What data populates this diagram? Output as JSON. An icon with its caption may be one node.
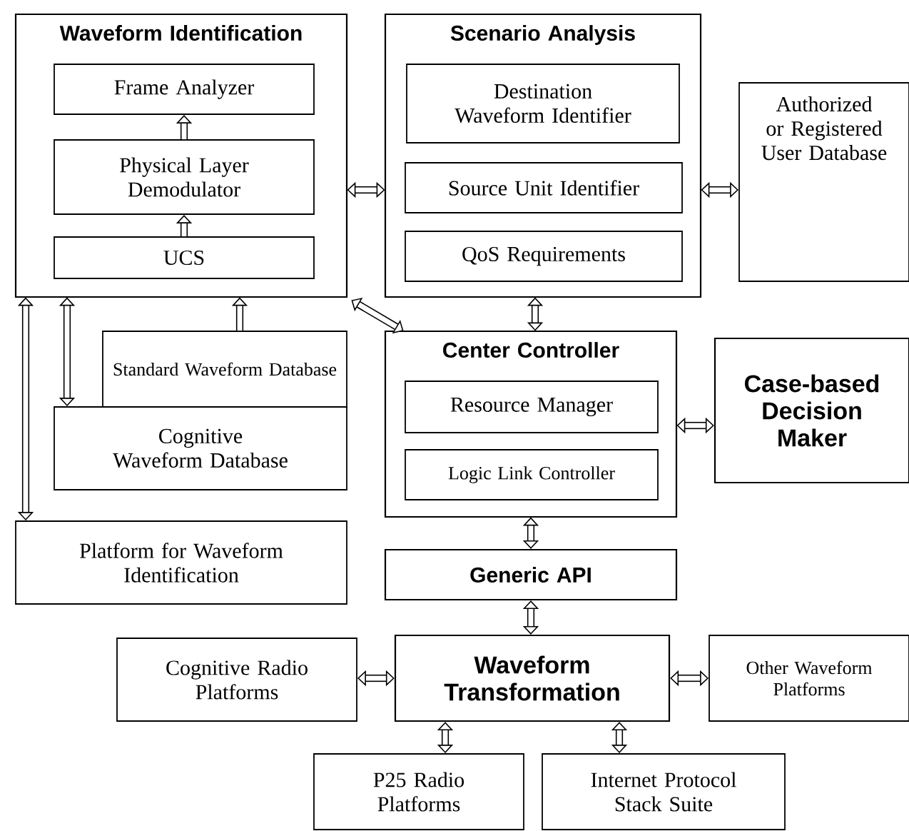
{
  "diagram": {
    "nodes": [
      {
        "text": [
          "Waveform Identification"
        ]
      },
      {
        "text": [
          "Frame Analyzer"
        ],
        "in": 0
      },
      {
        "text": [
          "Physical Layer Demodulator"
        ],
        "in": 0
      },
      {
        "text": [
          "UCS"
        ],
        "in": 0
      },
      {
        "text": [
          "Scenario Analysis"
        ]
      },
      {
        "text": [
          "Destination Waveform Identifier"
        ],
        "in": 4
      },
      {
        "text": [
          "Source Unit Identifier"
        ],
        "in": 4
      },
      {
        "text": [
          "QoS Requirements"
        ],
        "in": 4
      },
      {
        "text": [
          "Authorized or Registered User Database"
        ]
      },
      {
        "text": [
          "Center Controller"
        ]
      },
      {
        "text": [
          "Resource Manager"
        ],
        "in": 9
      },
      {
        "text": [
          "Logic Link Controller"
        ],
        "in": 9
      },
      {
        "text": [
          "Case-based Decision Maker"
        ]
      },
      {
        "text": [
          "Standard Waveform Database"
        ]
      },
      {
        "text": [
          "Cognitive Waveform Database"
        ]
      },
      {
        "text": [
          "Platform for Waveform Identification"
        ]
      },
      {
        "text": [
          "Generic API"
        ]
      },
      {
        "text": [
          "Waveform Transformation"
        ]
      },
      {
        "text": [
          "Cognitive Radio Platforms"
        ]
      },
      {
        "text": [
          "Other Waveform Platforms"
        ]
      },
      {
        "text": [
          "P25 Radio Platforms"
        ]
      },
      {
        "text": [
          "Internet Protocol Stack Suite"
        ]
      }
    ],
    "edges": [
      {
        "from": 3,
        "to": 2,
        "arrow": "to"
      },
      {
        "from": 2,
        "to": 1,
        "arrow": "to"
      },
      {
        "from": 0,
        "to": 4,
        "arrow": "both"
      },
      {
        "from": 4,
        "to": 8,
        "arrow": "both"
      },
      {
        "from": 4,
        "to": 9,
        "arrow": "both"
      },
      {
        "from": 0,
        "to": 9,
        "arrow": "both"
      },
      {
        "from": 13,
        "to": 0,
        "arrow": "to"
      },
      {
        "from": 14,
        "to": 0,
        "arrow": "both"
      },
      {
        "from": 15,
        "to": 0,
        "arrow": "both"
      },
      {
        "from": 9,
        "to": 12,
        "arrow": "both"
      },
      {
        "from": 9,
        "to": 16,
        "arrow": "both"
      },
      {
        "from": 16,
        "to": 17,
        "arrow": "both"
      },
      {
        "from": 18,
        "to": 17,
        "arrow": "both"
      },
      {
        "from": 17,
        "to": 19,
        "arrow": "both"
      },
      {
        "from": 17,
        "to": 20,
        "arrow": "both"
      },
      {
        "from": 17,
        "to": 21,
        "arrow": "both"
      }
    ]
  }
}
